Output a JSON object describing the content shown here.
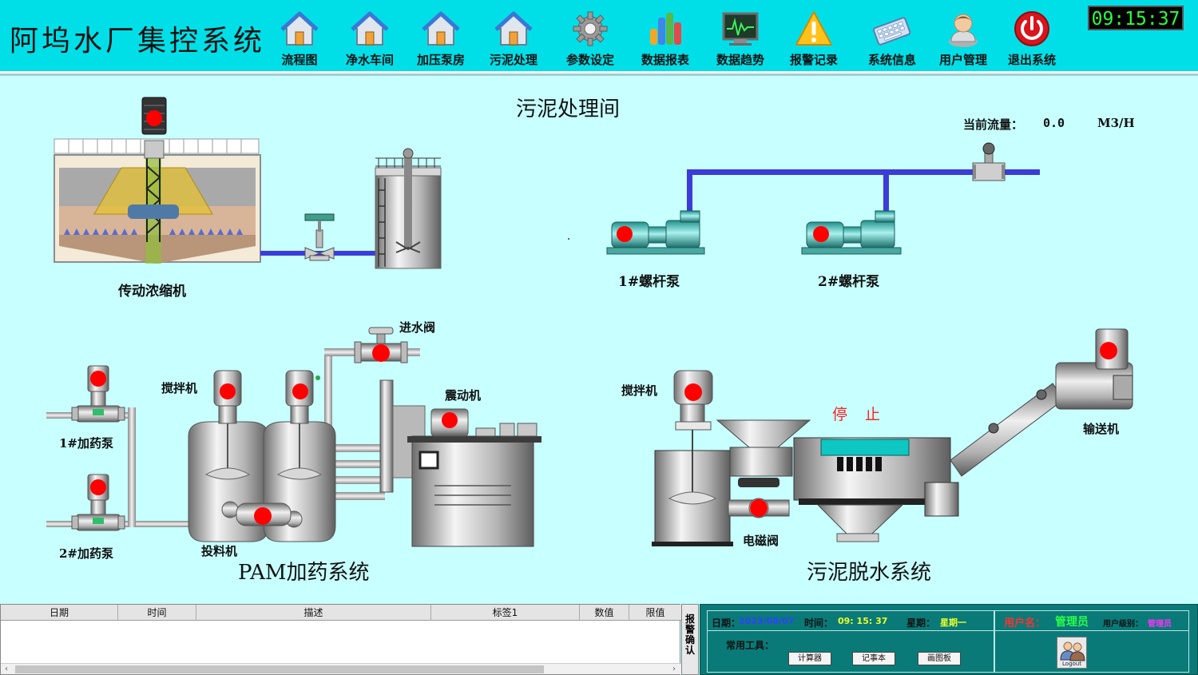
{
  "app": {
    "title": "阿坞水厂集控系统",
    "clock": "09:15:37"
  },
  "nav": [
    {
      "label": "流程图",
      "icon": "house-icon"
    },
    {
      "label": "净水车间",
      "icon": "house-icon"
    },
    {
      "label": "加压泵房",
      "icon": "house-icon"
    },
    {
      "label": "污泥处理",
      "icon": "house-icon"
    },
    {
      "label": "参数设定",
      "icon": "gear-icon"
    },
    {
      "label": "数据报表",
      "icon": "bar-chart-icon"
    },
    {
      "label": "数据趋势",
      "icon": "trend-monitor-icon"
    },
    {
      "label": "报警记录",
      "icon": "warning-icon"
    },
    {
      "label": "系统信息",
      "icon": "keyboard-icon"
    },
    {
      "label": "用户管理",
      "icon": "user-icon"
    },
    {
      "label": "退出系统",
      "icon": "power-icon"
    }
  ],
  "page": {
    "title": "污泥处理间",
    "flow_label": "当前流量：",
    "flow_value": "0.0",
    "flow_unit": "M3/H"
  },
  "equipment": {
    "thickener": "传动浓缩机",
    "pump1": "1#螺杆泵",
    "pump2": "2#螺杆泵",
    "inlet_valve": "进水阀",
    "mixer_pam": "搅拌机",
    "vibrator": "震动机",
    "dosing_pump1": "1#加药泵",
    "dosing_pump2": "2#加药泵",
    "feeder": "投料机",
    "pam_system": "PAM加药系统",
    "mixer_dewater": "搅拌机",
    "dewater_status": "停 止",
    "conveyor": "输送机",
    "solenoid_valve": "电磁阀",
    "dewater_system": "污泥脱水系统"
  },
  "alarm_table": {
    "columns": [
      "日期",
      "时间",
      "描述",
      "标签1",
      "数值",
      "限值"
    ],
    "ack_label": "报警确认"
  },
  "info": {
    "date_label": "日期：",
    "date_value": "2023/08/07",
    "time_label": "时间：",
    "time_value": "09: 15: 37",
    "week_label": "星期：",
    "week_value": "星期一",
    "user_label": "用户名：",
    "user_value": "管理员",
    "level_label": "用户级别：",
    "level_value": "管理员",
    "tools_label": "常用工具：",
    "tools": [
      "计算器",
      "记事本",
      "画图板"
    ],
    "logout_label": "Logout"
  },
  "colors": {
    "header": "#00dfe8",
    "background": "#c8ffff",
    "status_indicator": "#ff0000",
    "pipe": "#3c3cd8",
    "info_panel": "#0a7a78"
  }
}
